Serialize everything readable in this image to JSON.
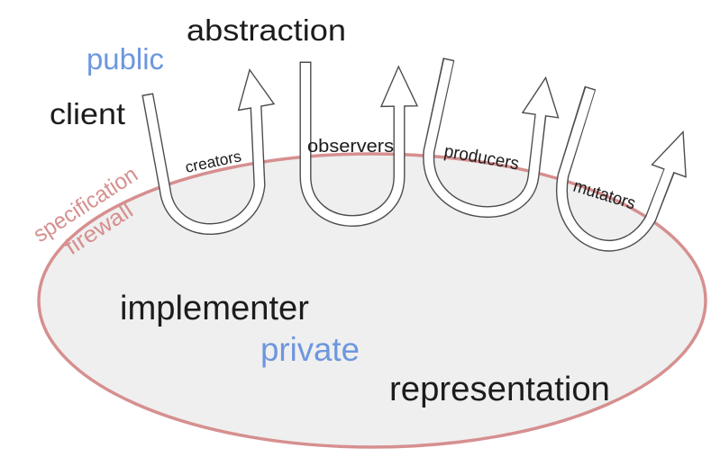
{
  "diagram": {
    "outside_labels": {
      "abstraction": "abstraction",
      "public": "public",
      "client": "client"
    },
    "firewall_label": {
      "line1": "specification",
      "line2": "firewall"
    },
    "operations": [
      {
        "label": "creators"
      },
      {
        "label": "observers"
      },
      {
        "label": "producers"
      },
      {
        "label": "mutators"
      }
    ],
    "inside_labels": {
      "implementer": "implementer",
      "private": "private",
      "representation": "representation"
    },
    "colors": {
      "accent_blue": "#6d97de",
      "firewall_pink": "#d68f8f",
      "ellipse_fill": "#efefef",
      "arrow_outline": "#4d4d4d",
      "text_black": "#1c1c1c"
    }
  }
}
